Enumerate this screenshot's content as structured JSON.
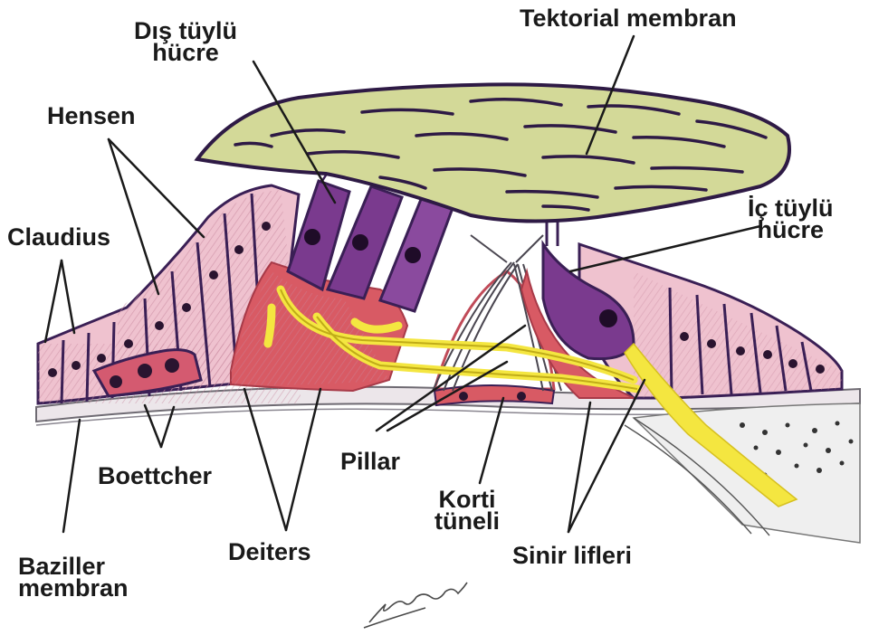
{
  "labels": {
    "dis_tuylu_hucre": [
      "Dış tüylü",
      "hücre"
    ],
    "tektorial_membran": "Tektorial membran",
    "hensen": "Hensen",
    "claudius": "Claudius",
    "ic_tuylu_hucre": [
      "İç tüylü",
      "hücre"
    ],
    "boettcher": "Boettcher",
    "pillar": "Pillar",
    "korti_tuneli": [
      "Korti",
      "tüneli"
    ],
    "baziller_membran": [
      "Baziller",
      "membran"
    ],
    "deiters": "Deiters",
    "sinir_lifleri": "Sinir lifleri"
  },
  "colors": {
    "tectorial_fill": "#d3d998",
    "outline": "#2e1a45",
    "supporting_cells": "#e8b8c8",
    "deiters_red": "#d85a64",
    "hair_cell_purple": "#7a3a8e",
    "nerve_yellow": "#f4e640",
    "leader_line": "#1a1a1a"
  }
}
